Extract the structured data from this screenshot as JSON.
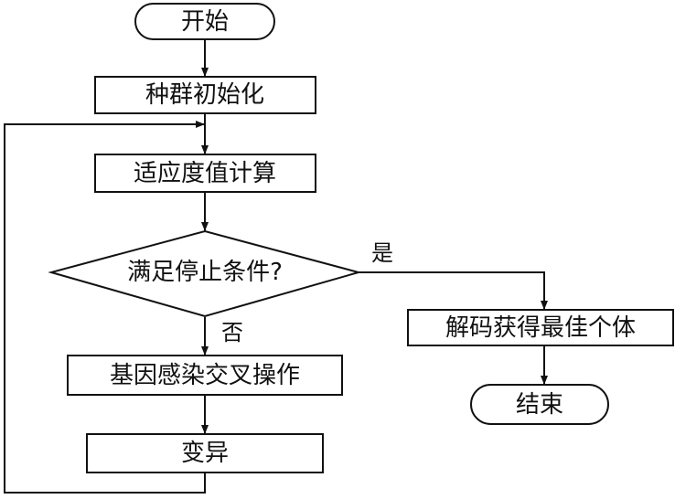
{
  "nodes": {
    "start": "开始",
    "init": "种群初始化",
    "fitness": "适应度值计算",
    "decision": "满足停止条件?",
    "crossover": "基因感染交叉操作",
    "mutation": "变异",
    "decode": "解码获得最佳个体",
    "end": "结束"
  },
  "edge_labels": {
    "yes": "是",
    "no": "否"
  },
  "colors": {
    "line": "#111111",
    "fill": "#ffffff"
  }
}
